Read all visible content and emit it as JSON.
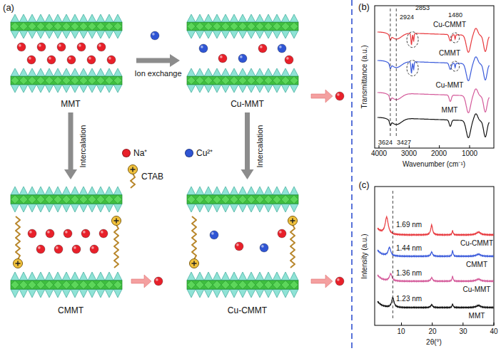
{
  "diagram": {
    "nodes": [
      {
        "text": [
          "MMT"
        ]
      },
      {
        "text": [
          "Cu-MMT"
        ]
      },
      {
        "text": [
          "CMMT"
        ]
      },
      {
        "text": [
          "Cu-CMMT"
        ]
      }
    ],
    "edges": [
      {
        "from": 0,
        "to": 1,
        "label": "Ion exchange",
        "arrow": "to"
      },
      {
        "from": 0,
        "to": 2,
        "label": "Intercalation",
        "arrow": "to"
      },
      {
        "from": 1,
        "to": 3,
        "label": "Intercalation",
        "arrow": "to"
      }
    ],
    "labels": [
      "(a)",
      "(b)",
      "2853",
      "2924",
      "1480",
      "3624",
      "3427",
      "Cu-CMMT",
      "CMMT",
      "Cu-MMT",
      "MMT",
      "4000",
      "3000",
      "2000",
      "1000",
      "Transmittance (a.u.)",
      "Wavenumber (cm⁻¹)",
      "(c)",
      "1.69 nm",
      "1.44 nm",
      "1.36 nm",
      "1.23 nm",
      "Cu-CMMT",
      "CMMT",
      "Cu-MMT",
      "MMT",
      "10",
      "20",
      "30",
      "40",
      "Intensity (a.u.)",
      "2θ(°)"
    ],
    "legend": [
      {
        "text": "Na⁺",
        "color": "#e8202a"
      },
      {
        "text": "Cu²⁺",
        "color": "#2f55d4"
      },
      {
        "text": "CTAB"
      }
    ]
  }
}
